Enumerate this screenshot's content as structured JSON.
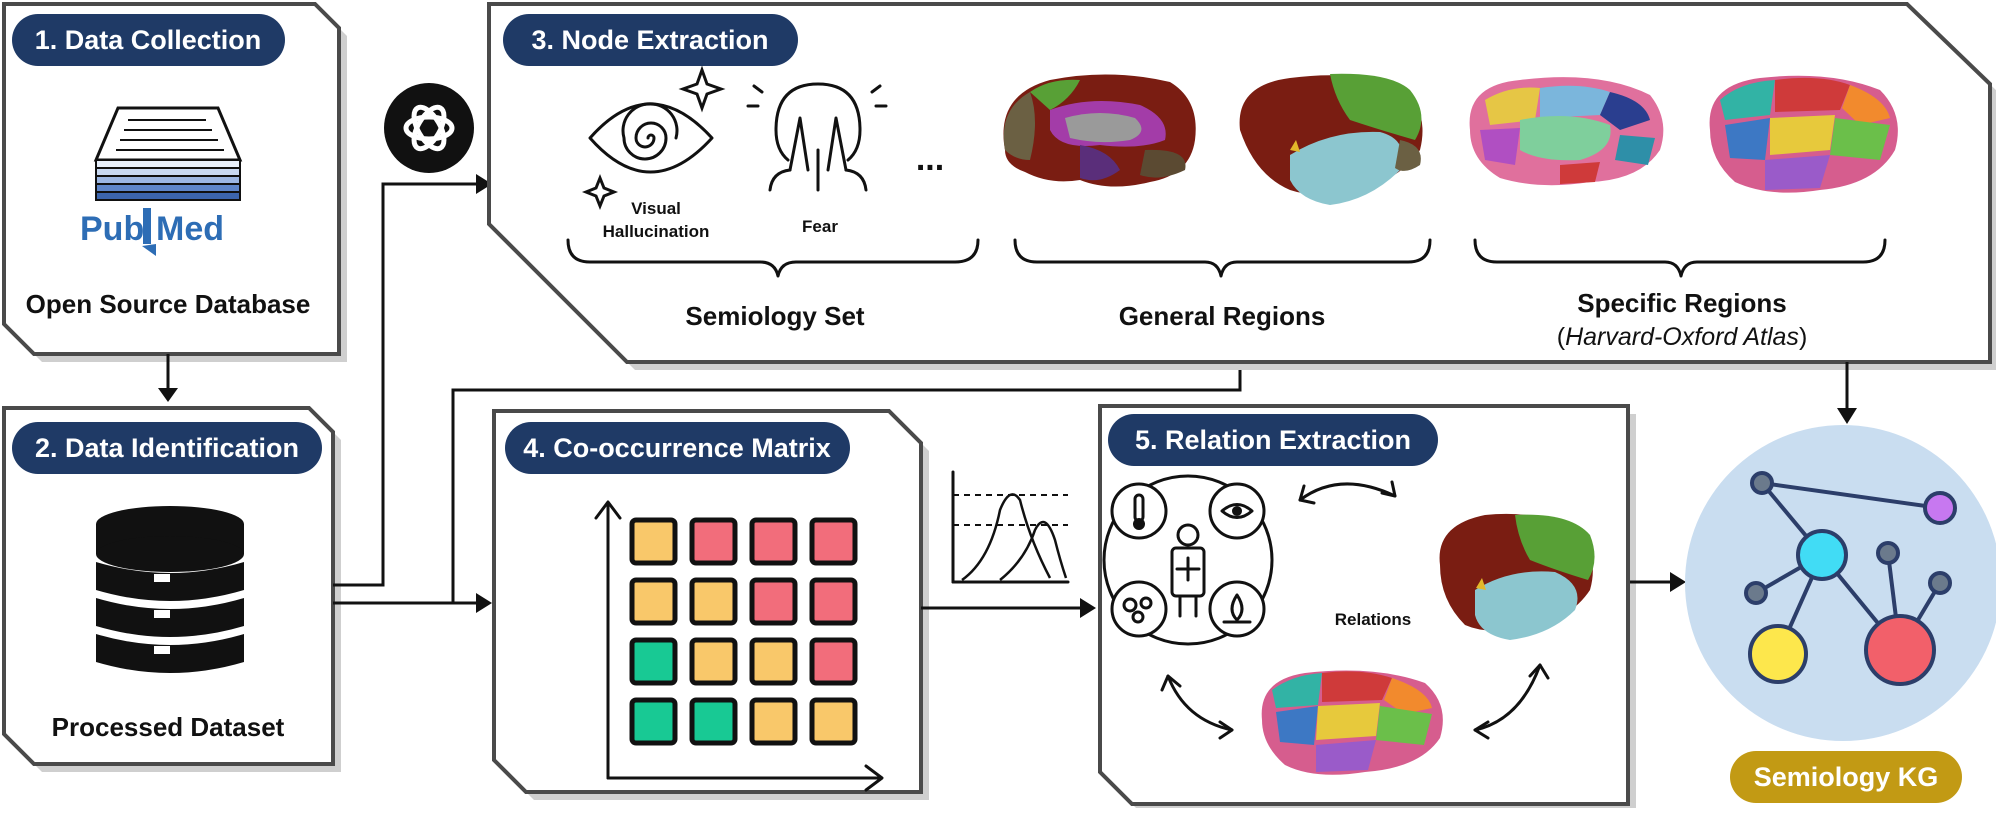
{
  "steps": {
    "s1": {
      "title": "1. Data Collection",
      "caption": "Open Source Database",
      "logo_left": "Pub",
      "logo_right": "Med"
    },
    "s2": {
      "title": "2. Data Identification",
      "caption": "Processed Dataset"
    },
    "s3": {
      "title": "3. Node Extraction",
      "semiology_items": [
        "Visual",
        "Hallucination",
        "Fear"
      ],
      "ellipsis": "...",
      "groups": {
        "semiology": "Semiology Set",
        "general": "General Regions",
        "specific": "Specific Regions",
        "specific_sub_open": "(",
        "specific_sub_italic": "Harvard-Oxford Atlas",
        "specific_sub_close": ")"
      }
    },
    "s4": {
      "title": "4. Co-occurrence Matrix"
    },
    "s5": {
      "title": "5. Relation Extraction",
      "relations_label": "Relations"
    },
    "kg": {
      "label": "Semiology KG"
    }
  },
  "matrix": {
    "rows": [
      [
        "yellow",
        "red",
        "red",
        "red"
      ],
      [
        "yellow",
        "yellow",
        "red",
        "red"
      ],
      [
        "green",
        "yellow",
        "yellow",
        "red"
      ],
      [
        "green",
        "green",
        "yellow",
        "yellow"
      ]
    ],
    "colors": {
      "yellow": "#f9c86a",
      "red": "#f26d7b",
      "green": "#18c994"
    }
  },
  "colors": {
    "pill": "#1f3a66",
    "kg_badge": "#c29a14",
    "kg_circle": "#c9ddf0",
    "node_cyan": "#41dcf5",
    "node_purple": "#c778f0",
    "node_yellow": "#fde74c",
    "node_red": "#f2606a",
    "node_gray": "#6b7a8c",
    "pubmed_blue": "#2d6db5"
  }
}
